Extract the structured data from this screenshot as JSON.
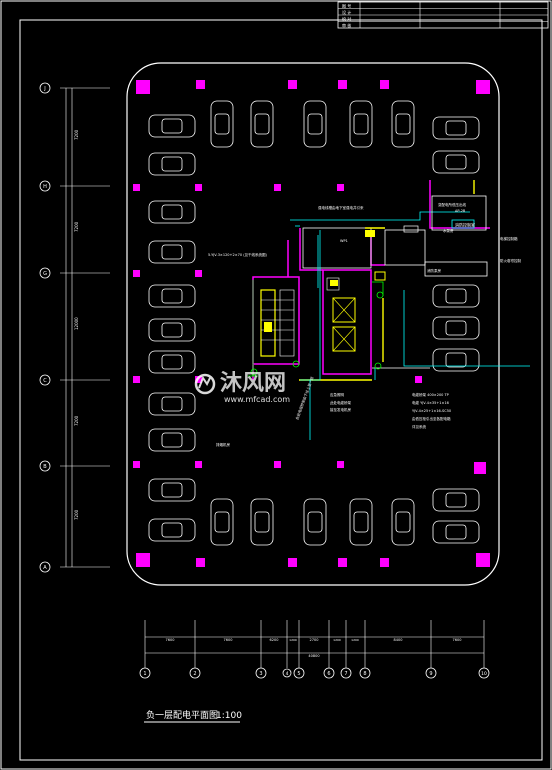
{
  "title_block": {
    "rows": [
      "图 号",
      "设 计",
      "校 对",
      "审 核"
    ]
  },
  "grid_rows": [
    "J",
    "H",
    "G",
    "C",
    "B",
    "A"
  ],
  "grid_cols": [
    "1",
    "2",
    "3",
    "4",
    "5",
    "6",
    "7",
    "8",
    "9",
    "10"
  ],
  "row_dims": [
    "7200",
    "7200",
    "12000",
    "7200",
    "7200"
  ],
  "col_dims": [
    "7600",
    "7600",
    "6200",
    "1200",
    "2700",
    "1200",
    "1200",
    "8400",
    "7600"
  ],
  "col_total": "40800",
  "labels": {
    "bus_note": "强电线槽由地下室强电井引来",
    "power_box": "变配电所低压出线",
    "cabinet_ref": "AP-2B",
    "box_label": "消防控制室",
    "elevator_box": "电梯控制箱",
    "cable_a": "5-YJV-3×120+2×70 (见干线系统图)",
    "cable_b": "WP1",
    "stair_note": "防火卷帘控制",
    "lighting_note": "应急照明",
    "gen_note_1": "此处电缆桥架",
    "gen_note_2": "接至发电机房",
    "right_note_1": "电缆桥架 400×200 TP",
    "right_note_2": "电缆 YJV-4×35+1×16",
    "right_note_3": "YJV-4×25+1×16-SC50",
    "right_note_4": "由低压柜引出至各配电箱",
    "right_note_5": "详见系统",
    "fire_room": "消防泵房",
    "fan_room": "排烟机房",
    "bottom_note": "此处电缆桥架由下往上至一层",
    "pump": "水泵房"
  },
  "drawing_title": "负一层配电平面图",
  "scale": "1:100",
  "watermark": {
    "brand": "沐风网",
    "url": "www.mfcad.com"
  },
  "colors": {
    "background": "#000000",
    "line": "#ffffff",
    "magenta": "#ff00ff",
    "yellow": "#ffff00",
    "cyan": "#00ffff",
    "green": "#00ff00"
  }
}
